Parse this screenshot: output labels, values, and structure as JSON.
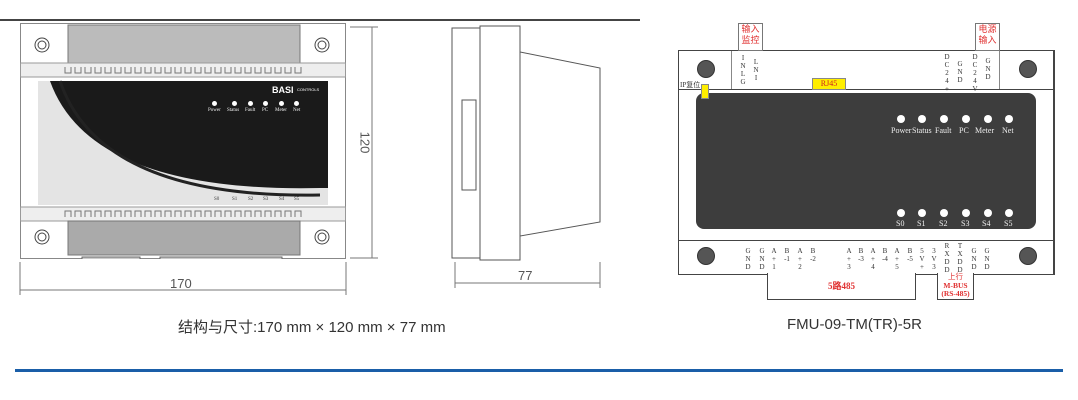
{
  "front_view": {
    "brand": "BASI",
    "brand_sub": "CONTROLS",
    "leds": [
      "Power",
      "Status",
      "Fault",
      "PC",
      "Meter",
      "Net"
    ],
    "channels": [
      "S0",
      "S1",
      "S2",
      "S3",
      "S4",
      "S5"
    ],
    "dim_width": "170",
    "dim_height": "120"
  },
  "side_view": {
    "dim_depth": "77"
  },
  "schematic": {
    "input_monitor": "输入监控",
    "power_input": "电源输入",
    "ip_reset": "IP复位",
    "rj45": "RJ45",
    "top_pins_left": [
      "INLG",
      "LNI"
    ],
    "top_pins_right": [
      "DC24+",
      "GND",
      "DC24V",
      "GND"
    ],
    "leds": [
      "Power",
      "Status",
      "Fault",
      "PC",
      "Meter",
      "Net"
    ],
    "channels": [
      "S0",
      "S1",
      "S2",
      "S3",
      "S4",
      "S5"
    ],
    "bottom_pins": [
      "GND",
      "GND",
      "A+1",
      "B-1",
      "A+2",
      "B-2",
      "A+3",
      "B-3",
      "A+4",
      "B-4",
      "A+5",
      "B-5",
      "5V+",
      "3V3",
      "RXDD",
      "TXDD",
      "GND",
      "GND"
    ],
    "rs485_group": "5路485",
    "uplink_line1": "上行",
    "uplink_line2": "M-BUS",
    "uplink_line3": "(RS-485)"
  },
  "captions": {
    "dimensions": "结构与尺寸:170 mm × 120 mm × 77 mm",
    "model": "FMU-09-TM(TR)-5R"
  },
  "colors": {
    "accent_line": "#1a5ea8",
    "panel": "#3d3d3d",
    "label_red": "#e03030",
    "rj45": "#ffee00"
  }
}
